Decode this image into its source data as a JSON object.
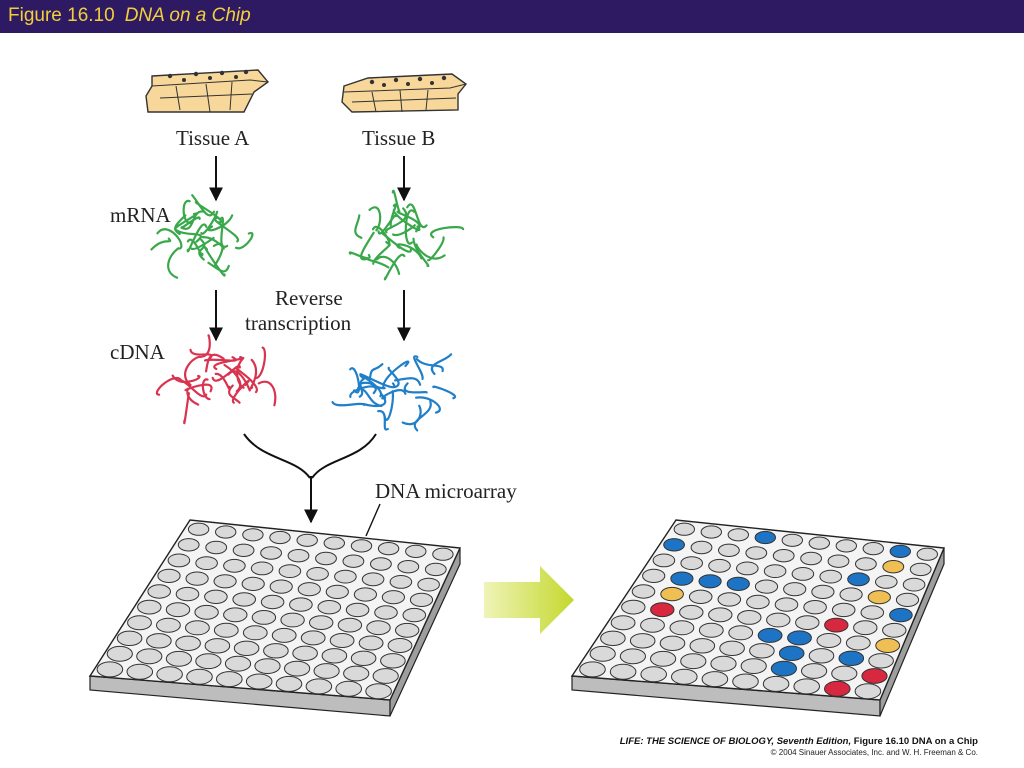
{
  "header": {
    "figure_number": "Figure 16.10",
    "figure_title": "DNA on a Chip"
  },
  "labels": {
    "tissue_a": "Tissue A",
    "tissue_b": "Tissue B",
    "mrna": "mRNA",
    "cdna": "cDNA",
    "reverse": "Reverse",
    "transcription": "transcription",
    "microarray": "DNA microarray"
  },
  "colors": {
    "title_bar": "#2e1a63",
    "title_text": "#f2cf3a",
    "mrna": "#39a84a",
    "cdna_a": "#d9344f",
    "cdna_b": "#1f7fc9",
    "tissue": "#f7d79a",
    "arrow": "#c7db3a",
    "dot_blank": "#d9d9d9",
    "dot_blue": "#1e74c4",
    "dot_red": "#d8283f",
    "dot_yellow": "#f0bf54"
  },
  "microarray_result": {
    "rows": 10,
    "cols": 10,
    "colored_spots": [
      {
        "row": 0,
        "col": 3,
        "color": "blue"
      },
      {
        "row": 0,
        "col": 8,
        "color": "blue"
      },
      {
        "row": 1,
        "col": 0,
        "color": "blue"
      },
      {
        "row": 1,
        "col": 8,
        "color": "yellow"
      },
      {
        "row": 2,
        "col": 7,
        "color": "blue"
      },
      {
        "row": 3,
        "col": 1,
        "color": "blue"
      },
      {
        "row": 3,
        "col": 2,
        "color": "blue"
      },
      {
        "row": 3,
        "col": 3,
        "color": "blue"
      },
      {
        "row": 3,
        "col": 8,
        "color": "yellow"
      },
      {
        "row": 4,
        "col": 1,
        "color": "yellow"
      },
      {
        "row": 4,
        "col": 9,
        "color": "blue"
      },
      {
        "row": 5,
        "col": 1,
        "color": "red"
      },
      {
        "row": 5,
        "col": 7,
        "color": "red"
      },
      {
        "row": 6,
        "col": 5,
        "color": "blue"
      },
      {
        "row": 6,
        "col": 6,
        "color": "blue"
      },
      {
        "row": 6,
        "col": 9,
        "color": "yellow"
      },
      {
        "row": 7,
        "col": 6,
        "color": "blue"
      },
      {
        "row": 7,
        "col": 8,
        "color": "blue"
      },
      {
        "row": 8,
        "col": 6,
        "color": "blue"
      },
      {
        "row": 8,
        "col": 9,
        "color": "red"
      },
      {
        "row": 9,
        "col": 8,
        "color": "red"
      }
    ]
  },
  "credit": {
    "book": "LIFE: THE SCIENCE OF BIOLOGY, Seventh Edition,",
    "figure_ref": "Figure 16.10 DNA on a Chip",
    "copyright": "© 2004 Sinauer Associates, Inc. and W. H. Freeman & Co."
  }
}
